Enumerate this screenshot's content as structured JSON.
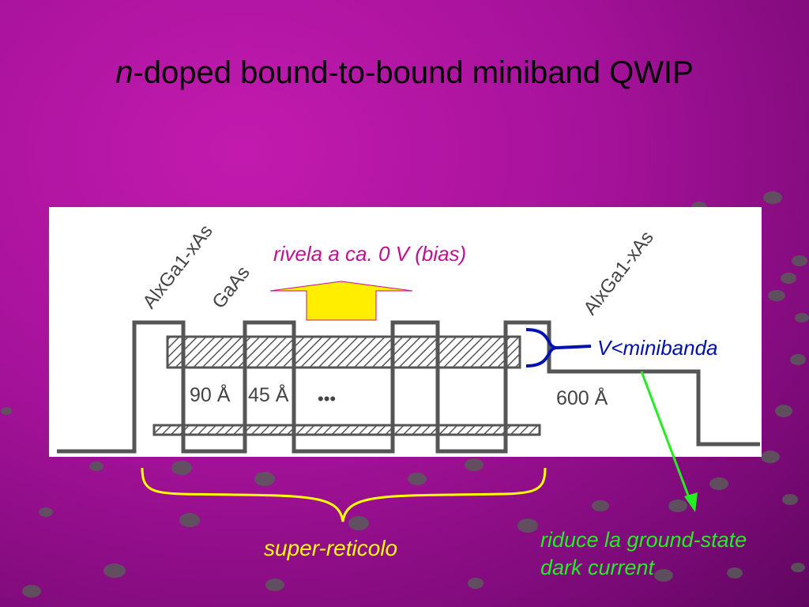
{
  "slide": {
    "title_italic": "n",
    "title_rest": "-doped bound-to-bound miniband QWIP"
  },
  "diagram": {
    "layer_label_left_1": "AlxGa1-xAs",
    "layer_label_left_2": "GaAs",
    "layer_label_right": "AlxGa1-xAs",
    "width_90": "90 Å",
    "width_45": "45 Å",
    "ellipsis": "•••",
    "width_600": "600 Å"
  },
  "annotations": {
    "bias_text": "rivela a ca. 0 V (bias)",
    "miniband_text": "V<minibanda",
    "superlattice_text": "super-reticolo",
    "dark_current_line1": "riduce la ground-state",
    "dark_current_line2": "dark current"
  },
  "colors": {
    "background": "#a5129a",
    "bias_text": "#c0108f",
    "miniband_text": "#0010b0",
    "superlattice_text": "#ffff00",
    "dark_current_text": "#22ee22",
    "arrow_fill": "#ffee00"
  }
}
